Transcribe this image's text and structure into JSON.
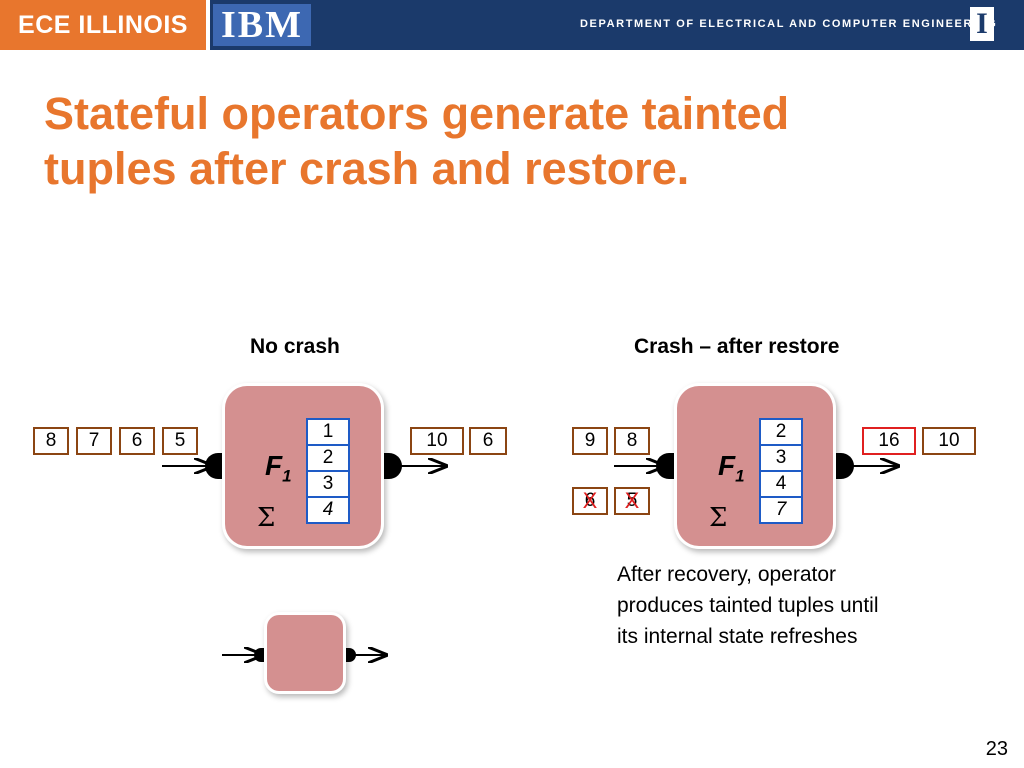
{
  "header": {
    "left_text": "ECE ILLINOIS",
    "partner_logo": "IBM",
    "department": "DEPARTMENT OF ELECTRICAL AND COMPUTER ENGINEERING",
    "block_i": "I",
    "colors": {
      "orange": "#e8762d",
      "navy": "#1b3a6b",
      "ibm_blue": "#3d68b2"
    }
  },
  "title": {
    "line1": "Stateful operators generate tainted",
    "line2": "tuples after crash and restore."
  },
  "no_crash": {
    "caption": "No crash",
    "operator_label": "F",
    "operator_subscript": "1",
    "sigma": "Σ",
    "state": [
      "1",
      "2",
      "3",
      "4"
    ],
    "input_tuples": [
      "8",
      "7",
      "6",
      "5"
    ],
    "output_tuples": [
      "10",
      "6"
    ]
  },
  "crash": {
    "caption": "Crash – after restore",
    "operator_label": "F",
    "operator_subscript": "1",
    "sigma": "Σ",
    "state": [
      "2",
      "3",
      "4",
      "7"
    ],
    "input_tuples": [
      "9",
      "8"
    ],
    "lost_tuples": [
      "6",
      "5"
    ],
    "lost_mark": "X",
    "output_tuples": [
      "16",
      "10"
    ],
    "tainted_output": "16",
    "colors": {
      "tainted": "#e02020",
      "tuple_border": "#8b4513",
      "state_border": "#1e5bc6",
      "operator_fill": "#d49090"
    }
  },
  "note": {
    "line1": "After recovery, operator",
    "line2": "produces tainted tuples until",
    "line3": "its internal state refreshes"
  },
  "page_number": "23"
}
